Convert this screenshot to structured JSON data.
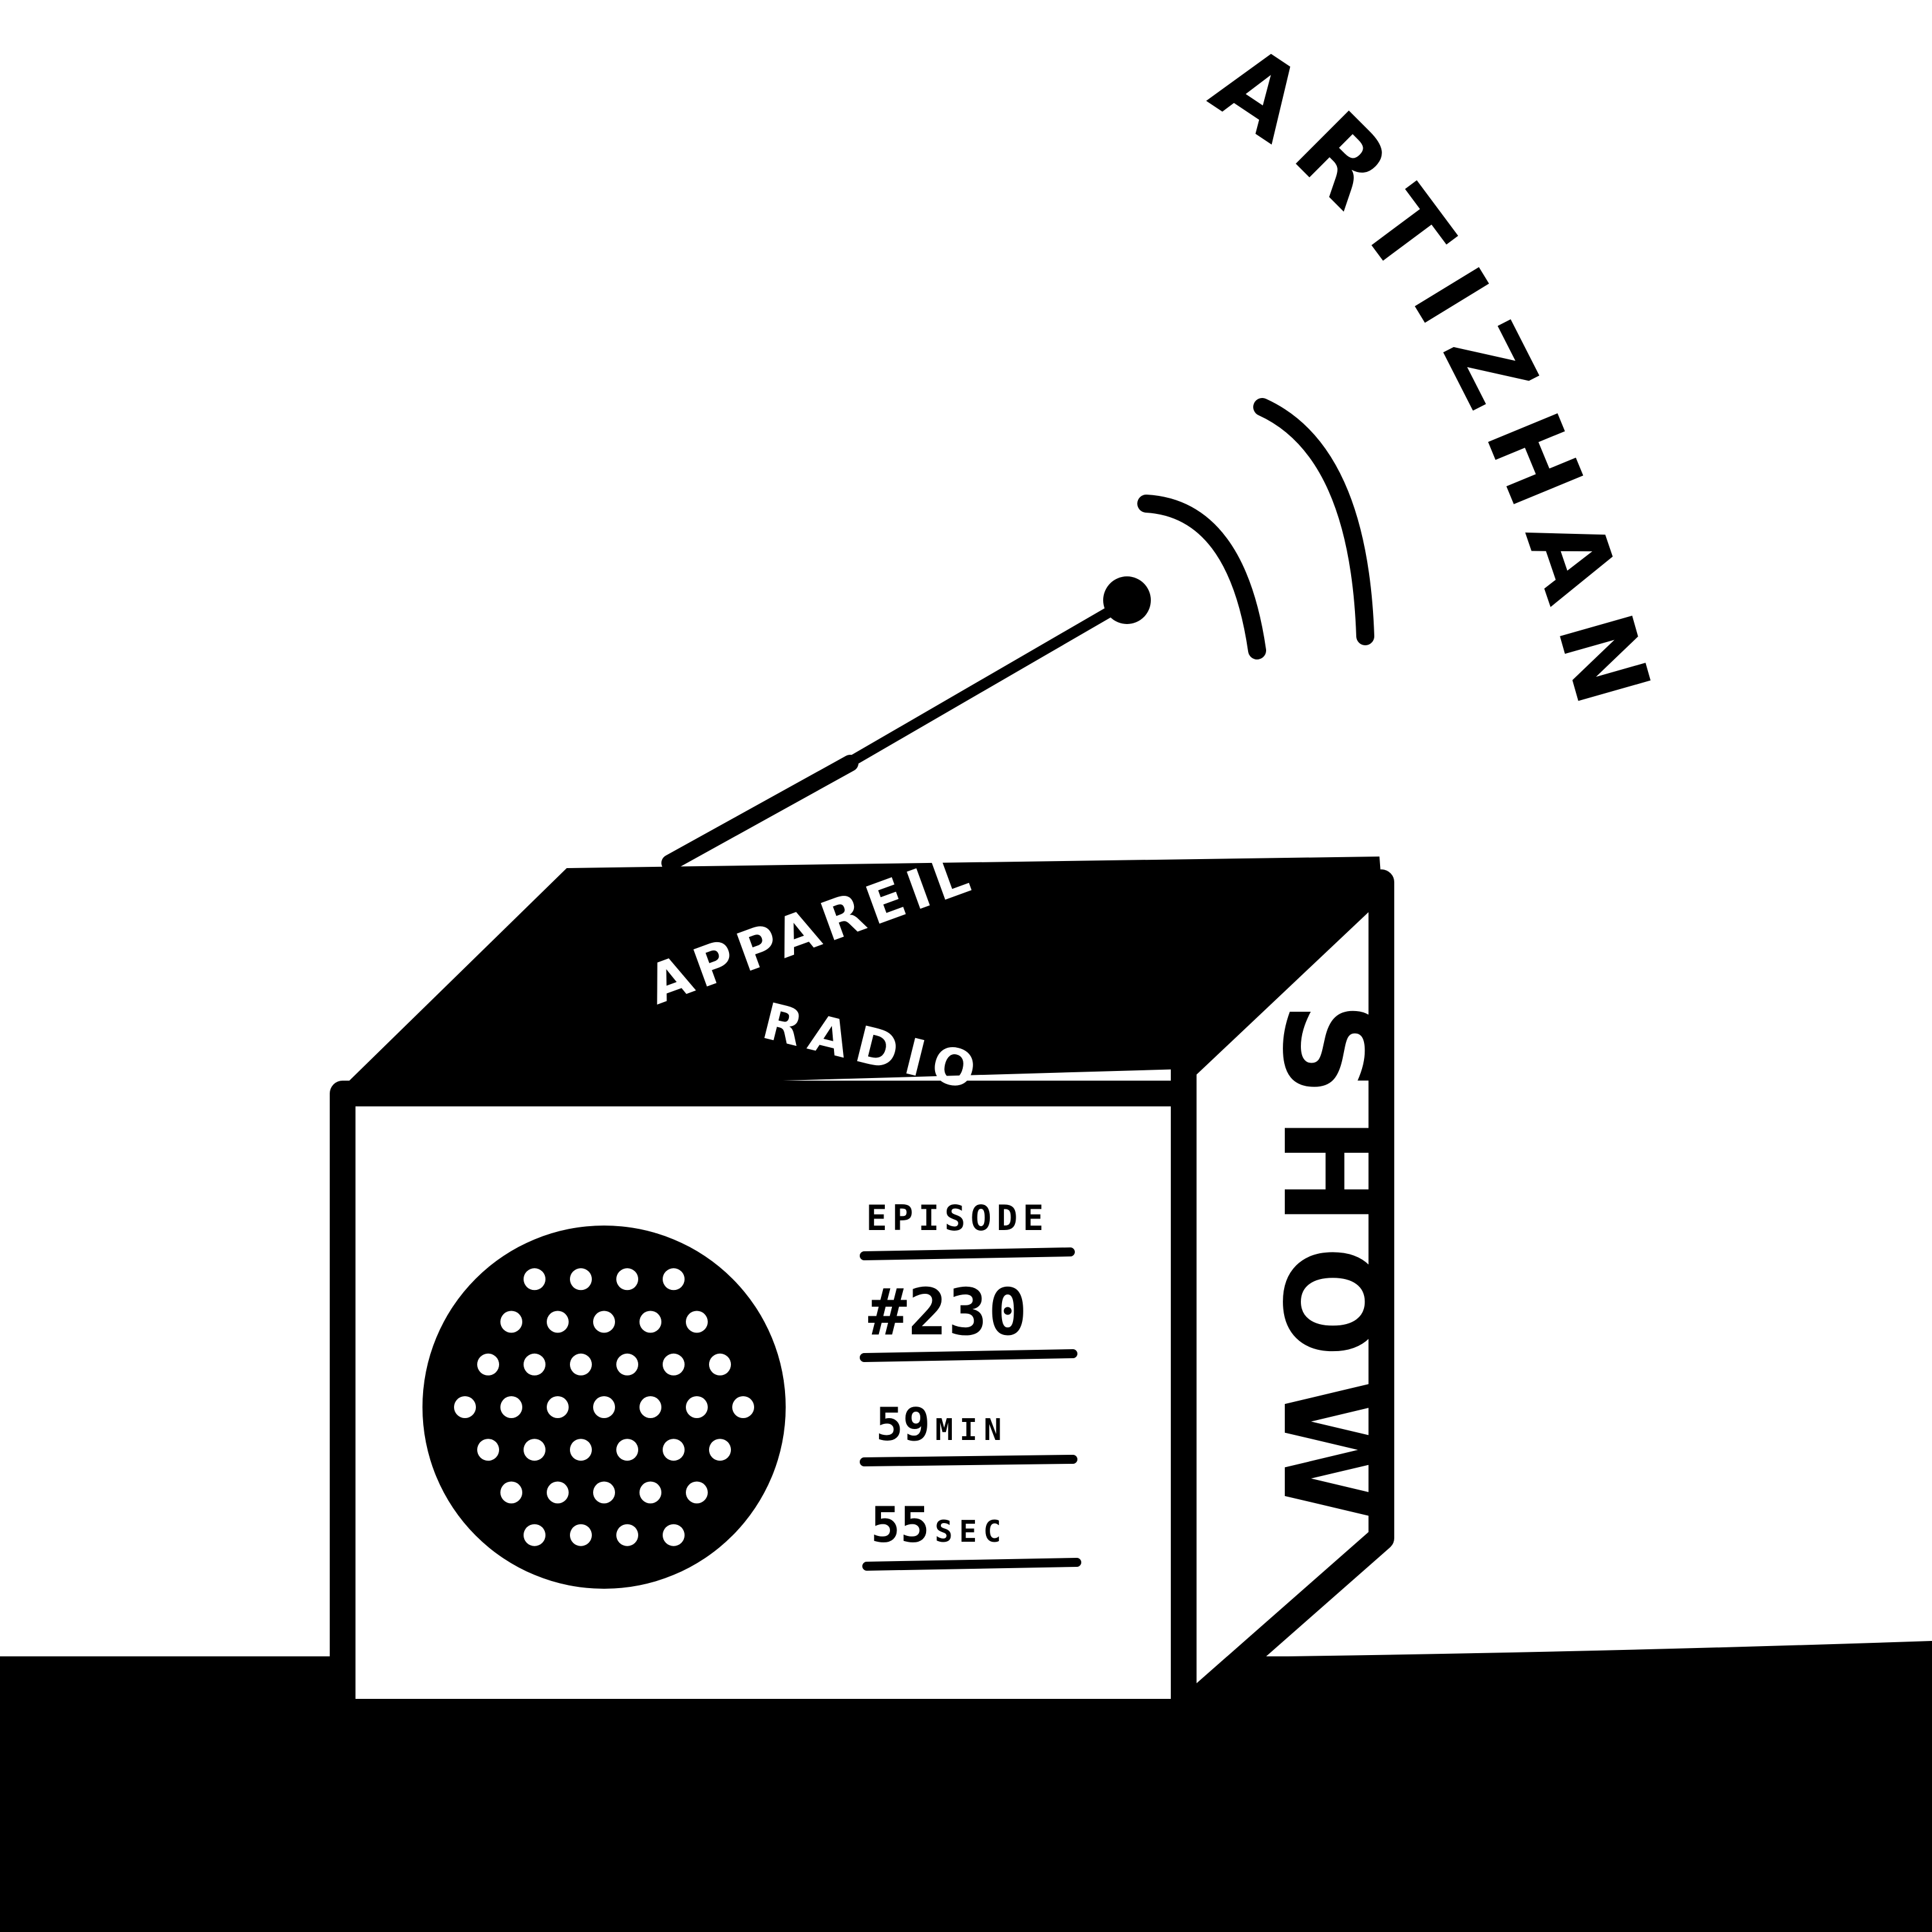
{
  "artwork": {
    "title": "ARTIZHAN",
    "brand_line1": "APPAREIL",
    "brand_line2": "RADIO",
    "side_label": "SHOW",
    "episode_label": "EPISODE",
    "episode_number": "#230",
    "duration_minutes": "59",
    "minutes_unit": "MIN",
    "duration_seconds": "55",
    "seconds_unit": "SEC"
  },
  "colors": {
    "ink": "#000000",
    "paper": "#ffffff"
  }
}
